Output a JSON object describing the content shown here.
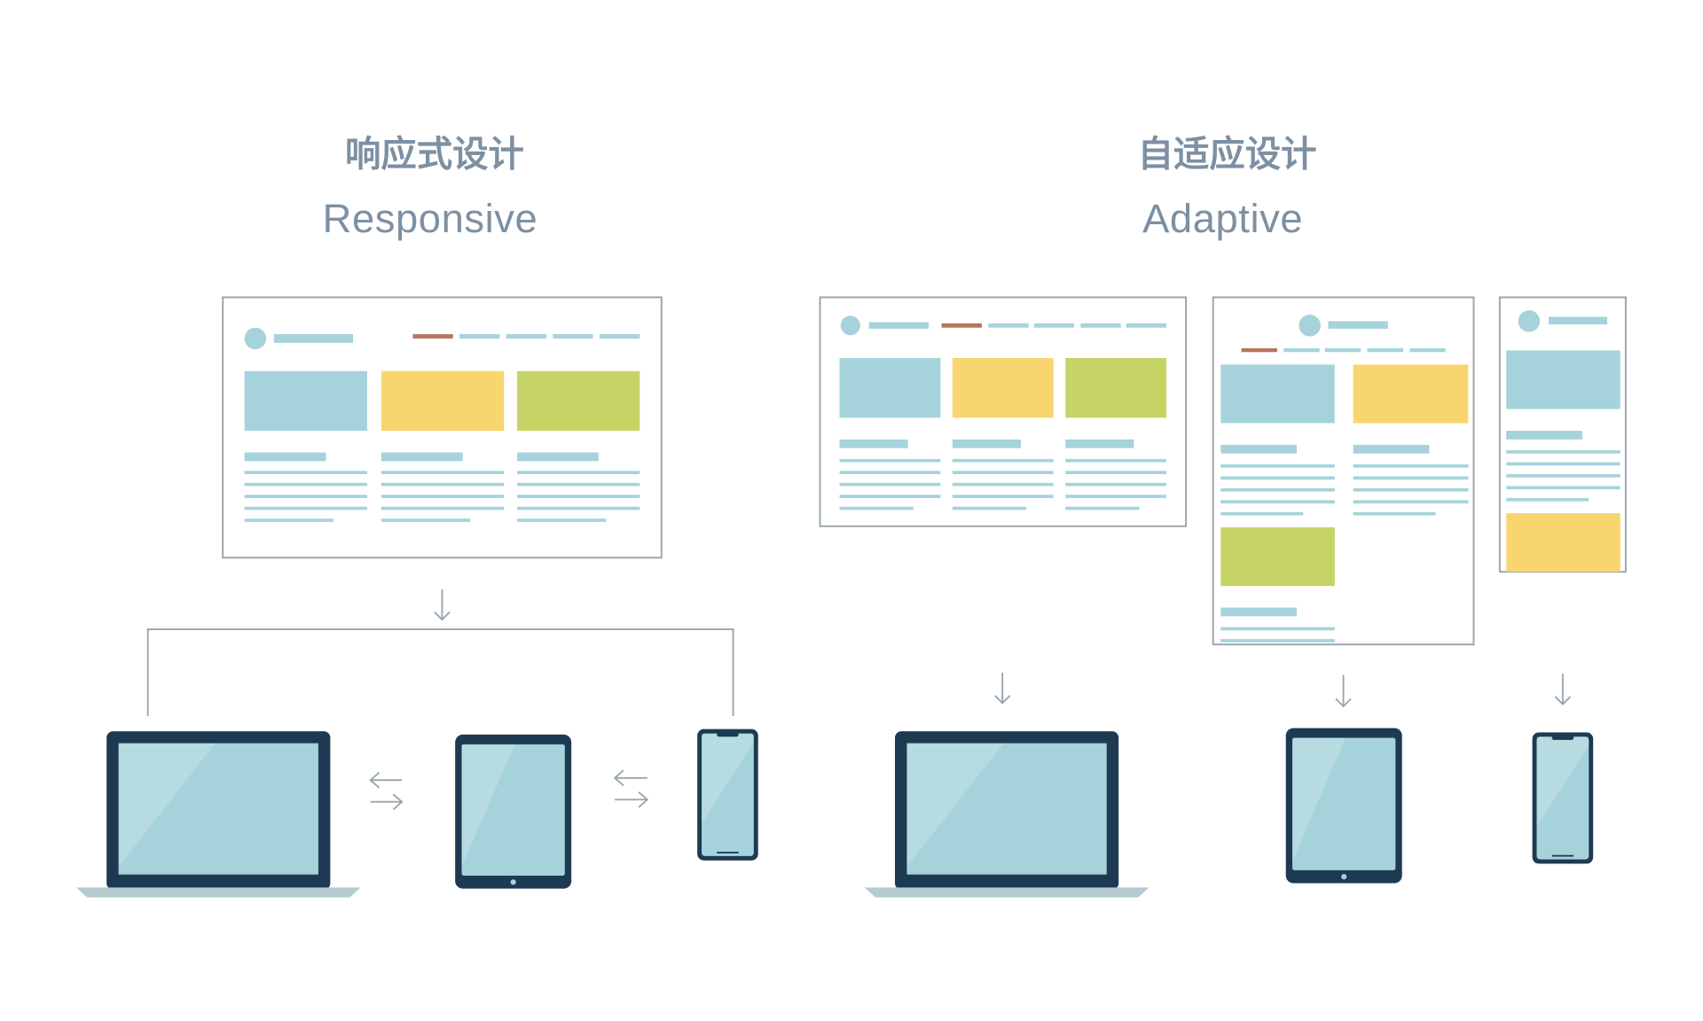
{
  "responsive": {
    "title_cn": "响应式设计",
    "title_en": "Responsive"
  },
  "adaptive": {
    "title_cn": "自适应设计",
    "title_en": "Adaptive"
  },
  "colors": {
    "light_blue": "#a6d3db",
    "yellow": "#f8d56f",
    "green": "#c6d465",
    "accent": "#b5775a",
    "device": "#1e3a52",
    "device_base": "#b3cbd1",
    "frame": "#9aa6ae",
    "connector": "#97a5ad"
  }
}
